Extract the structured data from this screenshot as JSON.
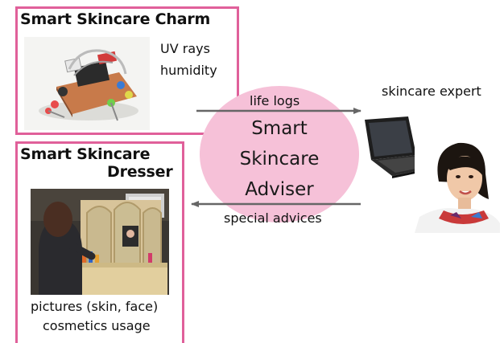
{
  "charm": {
    "title": "Smart Skincare Charm",
    "sensor_lines": [
      "UV rays",
      "humidity"
    ]
  },
  "dresser": {
    "title_lines": [
      "Smart Skincare",
      "Dresser"
    ],
    "caption_lines": [
      "pictures (skin, face)",
      "cosmetics usage"
    ]
  },
  "adviser": {
    "lines": [
      "Smart",
      "Skincare",
      "Adviser"
    ]
  },
  "flows": {
    "top_label": "life logs",
    "bottom_label": "special advices"
  },
  "expert": {
    "label": "skincare expert"
  },
  "colors": {
    "box_border": "#e0609a",
    "ellipse_fill": "#f6c1d8",
    "arrow": "#666666"
  }
}
